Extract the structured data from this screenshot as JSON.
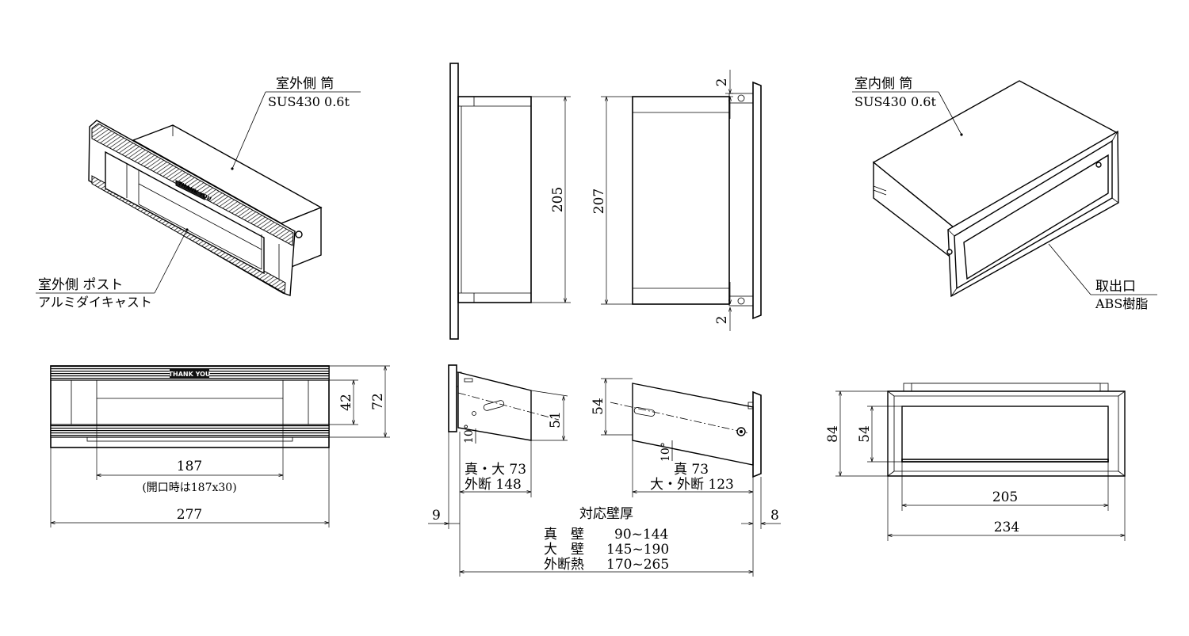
{
  "labels": {
    "outer_sleeve_title": "室外側 筒",
    "outer_sleeve_spec": "SUS430 0.6t",
    "outer_post_title": "室外側 ポスト",
    "outer_post_spec": "アルミダイキャスト",
    "inner_sleeve_title": "室内側 筒",
    "inner_sleeve_spec": "SUS430 0.6t",
    "outlet_title": "取出口",
    "outlet_spec": "ABS樹脂",
    "plate_text": "THANK YOU",
    "opening_note": "(開口時は187x30)",
    "wall_title": "対応壁厚"
  },
  "dimensions": {
    "d205_side": "205",
    "d207_side": "207",
    "d2_top": "2",
    "d2_bottom": "2",
    "d42": "42",
    "d72": "72",
    "d187": "187",
    "d277": "277",
    "d51": "51",
    "d54_side": "54",
    "d10_left": "10°",
    "d10_right": "10°",
    "left_spec_1": "真・大 73",
    "left_spec_2": "外断 148",
    "right_spec_1": "真 73",
    "right_spec_2": "大・外断 123",
    "d9": "9",
    "d8": "8",
    "d84": "84",
    "d54_front": "54",
    "d205_front": "205",
    "d234": "234"
  },
  "wall_table": [
    {
      "type": "真　壁",
      "range": "90~144"
    },
    {
      "type": "大　壁",
      "range": "145~190"
    },
    {
      "type": "外断熱",
      "range": "170~265"
    }
  ]
}
